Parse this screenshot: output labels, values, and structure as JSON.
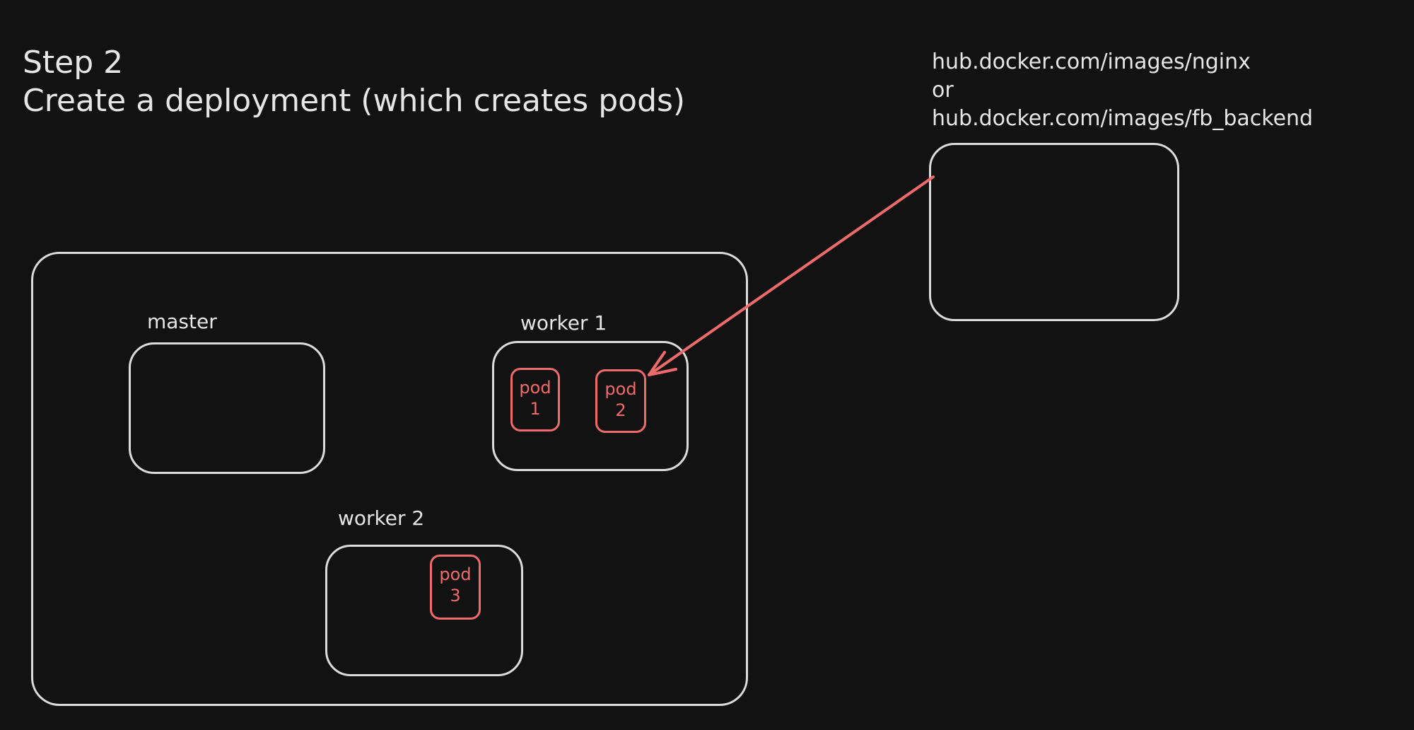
{
  "heading": {
    "step": "Step 2",
    "subtitle": "Create a deployment (which creates pods)"
  },
  "registry": {
    "line1": "hub.docker.com/images/nginx",
    "line2": "or",
    "line3": "hub.docker.com/images/fb_backend"
  },
  "cluster": {
    "master_label": "master",
    "worker1_label": "worker 1",
    "worker2_label": "worker 2",
    "pods": [
      {
        "word": "pod",
        "number": "1"
      },
      {
        "word": "pod",
        "number": "2"
      },
      {
        "word": "pod",
        "number": "3"
      }
    ]
  },
  "colors": {
    "background": "#121212",
    "stroke": "#dcdcdc",
    "pod_accent": "#ef6b6b"
  }
}
